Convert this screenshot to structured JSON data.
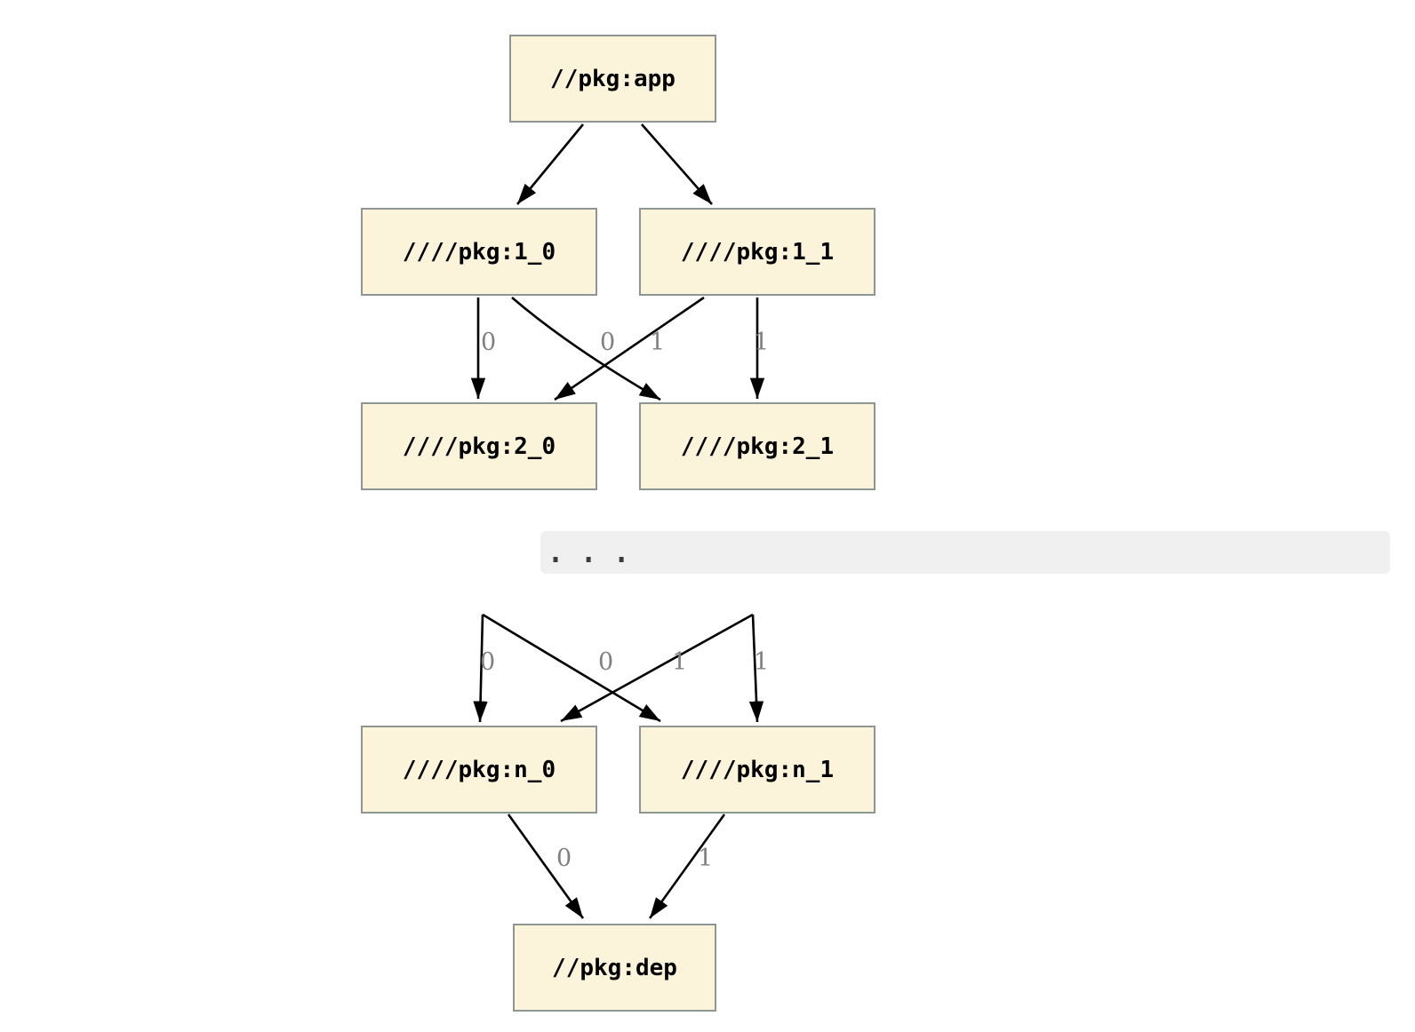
{
  "diagram": {
    "type": "dependency-graph",
    "nodes": [
      {
        "id": "app",
        "label": "//pkg:app"
      },
      {
        "id": "v1_0",
        "label": "////pkg:1_0"
      },
      {
        "id": "v1_1",
        "label": "////pkg:1_1"
      },
      {
        "id": "v2_0",
        "label": "////pkg:2_0"
      },
      {
        "id": "v2_1",
        "label": "////pkg:2_1"
      },
      {
        "id": "vn_0",
        "label": "////pkg:n_0"
      },
      {
        "id": "vn_1",
        "label": "////pkg:n_1"
      },
      {
        "id": "dep",
        "label": "//pkg:dep"
      }
    ],
    "edges": [
      {
        "from": "app",
        "to": "v1_0",
        "label": ""
      },
      {
        "from": "app",
        "to": "v1_1",
        "label": ""
      },
      {
        "from": "v1_0",
        "to": "v2_0",
        "label": "0"
      },
      {
        "from": "v1_0",
        "to": "v2_1",
        "label": "0"
      },
      {
        "from": "v1_1",
        "to": "v2_0",
        "label": "1"
      },
      {
        "from": "v1_1",
        "to": "v2_1",
        "label": "1"
      },
      {
        "from": "ellipsis",
        "to": "vn_0",
        "label": "0"
      },
      {
        "from": "ellipsis",
        "to": "vn_1",
        "label": "0"
      },
      {
        "from": "ellipsis",
        "to": "vn_0",
        "label": "1"
      },
      {
        "from": "ellipsis",
        "to": "vn_1",
        "label": "1"
      },
      {
        "from": "vn_0",
        "to": "dep",
        "label": "0"
      },
      {
        "from": "vn_1",
        "to": "dep",
        "label": "1"
      }
    ],
    "ellipsis": "...",
    "colors": {
      "node_fill": "#FBF4DA",
      "node_border": "#8D9692",
      "edge": "#000000",
      "edge_label": "#808080",
      "band_bg": "#F0F0F1",
      "node_text": "#000000"
    }
  }
}
